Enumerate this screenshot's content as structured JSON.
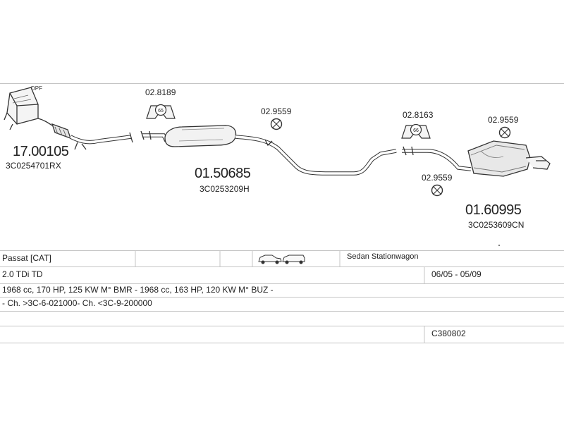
{
  "parts": [
    {
      "number": "17.00105",
      "code": "3C0254701RX"
    },
    {
      "number": "01.50685",
      "code": "3C0253209H"
    },
    {
      "number": "01.60995",
      "code": "3C0253609CN"
    }
  ],
  "accessories": {
    "hanger_1": "02.8189",
    "clamp_1": "02.9559",
    "hanger_2": "02.8163",
    "clamp_2": "02.9559",
    "clamp_3": "02.9559"
  },
  "badges": {
    "hanger_1_size": "65",
    "hanger_2_size": "66",
    "dpf": "DPF"
  },
  "table": {
    "model": "Passat  [CAT]",
    "body_types": "Sedan Stationwagon",
    "engine": "2.0 TDi TD",
    "years": "06/05 - 05/09",
    "spec": "1968 cc, 170 HP, 125 KW M° BMR - 1968 cc, 163 HP, 120 KW M° BUZ -",
    "chassis": "- Ch. >3C-6-021000- Ch. <3C-9-200000",
    "empty_row": "",
    "catalog_code": "C380802"
  },
  "icons": [
    "sedan-car-icon",
    "stationwagon-car-icon"
  ]
}
